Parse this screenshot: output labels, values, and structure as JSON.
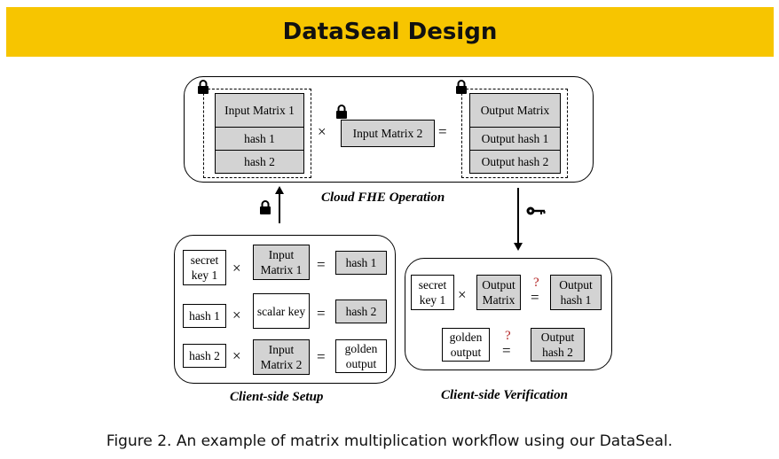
{
  "banner": {
    "title": "DataSeal Design"
  },
  "caption": "Figure 2. An example of matrix multiplication workflow using our DataSeal.",
  "colors": {
    "banner": "#f7c500",
    "gray_box": "#d3d3d3",
    "question_mark": "#b22222"
  },
  "icons": {
    "lock": "lock-icon",
    "key": "key-icon",
    "arrow_up": "arrow-up-icon",
    "arrow_down": "arrow-down-icon"
  },
  "cloud": {
    "label": "Cloud FHE Operation",
    "input_group": [
      "Input Matrix 1",
      "hash 1",
      "hash 2"
    ],
    "times": "×",
    "input_matrix_2": "Input Matrix 2",
    "equals": "=",
    "output_group": [
      "Output Matrix",
      "Output hash 1",
      "Output hash 2"
    ]
  },
  "setup": {
    "label": "Client-side Setup",
    "rows": [
      {
        "left": "secret key 1",
        "op": "×",
        "mid": "Input Matrix 1",
        "eq": "=",
        "right": "hash 1"
      },
      {
        "left": "hash 1",
        "op": "×",
        "mid": "scalar key",
        "eq": "=",
        "right": "hash 2"
      },
      {
        "left": "hash 2",
        "op": "×",
        "mid": "Input Matrix 2",
        "eq": "=",
        "right": "golden output"
      }
    ]
  },
  "verification": {
    "label": "Client-side Verification",
    "row1": {
      "left": "secret key 1",
      "op": "×",
      "mid": "Output Matrix",
      "q": "?",
      "eq": "=",
      "right": "Output hash 1"
    },
    "row2": {
      "left": "golden output",
      "q": "?",
      "eq": "=",
      "right": "Output hash 2"
    }
  }
}
